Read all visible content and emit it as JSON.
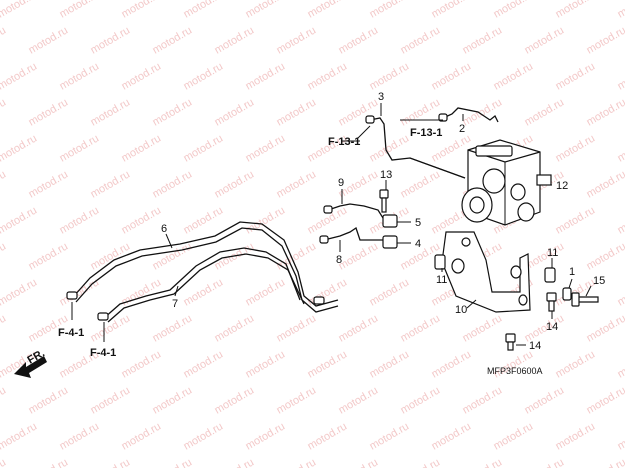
{
  "watermark": "motod.ru",
  "diagram_code": "MFP3F0600A",
  "direction_label": "FR.",
  "labels": {
    "p1": "1",
    "p2": "2",
    "p3": "3",
    "p4": "4",
    "p5": "5",
    "p6": "6",
    "p7": "7",
    "p8": "8",
    "p9": "9",
    "p10": "10",
    "p11a": "11",
    "p11b": "11",
    "p12": "12",
    "p13": "13",
    "p14a": "14",
    "p14b": "14",
    "p15": "15"
  },
  "refs": {
    "f131_left": "F-13-1",
    "f131_right": "F-13-1",
    "f41_left": "F-4-1",
    "f41_right": "F-4-1"
  }
}
